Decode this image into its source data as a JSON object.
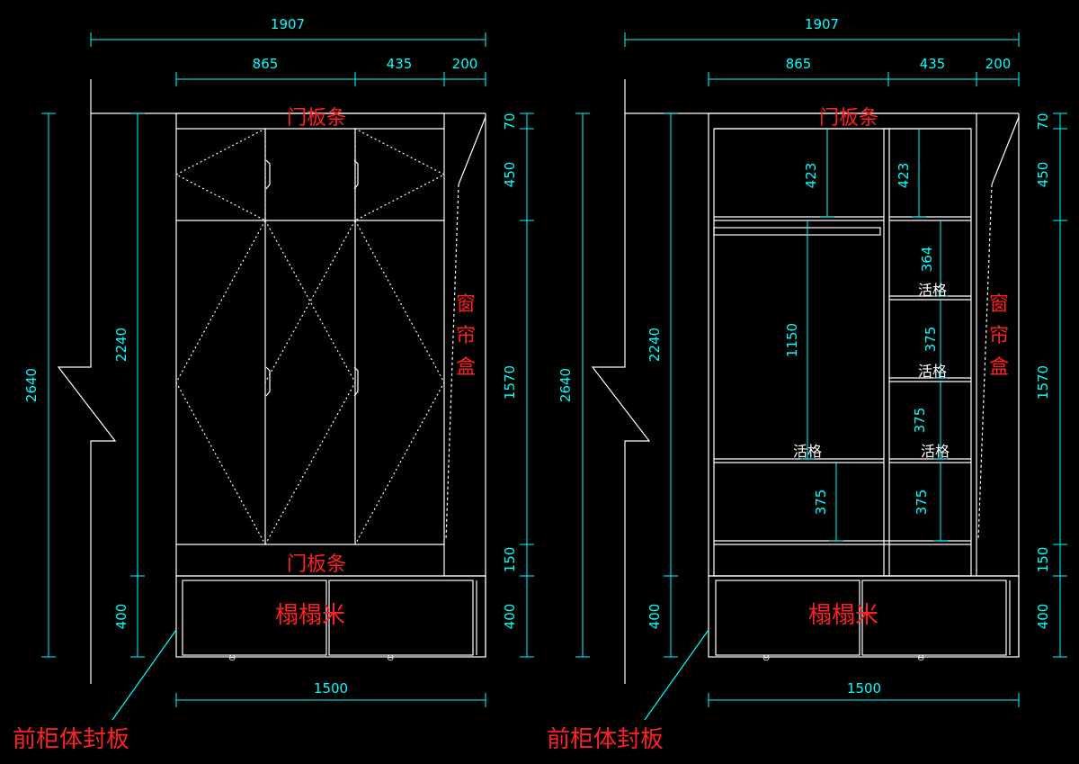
{
  "colors": {
    "background": "#000000",
    "line": "#ffffff",
    "dimension": "#00ffff",
    "annotation_red": "#ff2020"
  },
  "left": {
    "dims": {
      "total_width": "1907",
      "w865": "865",
      "w435": "435",
      "w200": "200",
      "bottom_width": "1500",
      "total_height": "2640",
      "cabinet_height": "2240",
      "base_height_left": "400",
      "h70": "70",
      "h450": "450",
      "h1570": "1570",
      "h150": "150",
      "h400": "400"
    },
    "labels": {
      "door_strip_top": "门板条",
      "door_strip_bottom": "门板条",
      "curtain_box": [
        "窗",
        "帘",
        "盒"
      ],
      "tatami": "榻榻米",
      "front_panel": "前柜体封板"
    }
  },
  "right": {
    "dims": {
      "total_width": "1907",
      "w865": "865",
      "w435": "435",
      "w200": "200",
      "bottom_width": "1500",
      "total_height": "2640",
      "cabinet_height": "2240",
      "base_height_left": "400",
      "h70": "70",
      "h450": "450",
      "h1570": "1570",
      "h150": "150",
      "h400": "400",
      "i423a": "423",
      "i423b": "423",
      "i1150": "1150",
      "i364": "364",
      "i375a": "375",
      "i375b": "375",
      "i375c": "375",
      "i375d": "375"
    },
    "labels": {
      "door_strip_top": "门板条",
      "curtain_box": [
        "窗",
        "帘",
        "盒"
      ],
      "tatami": "榻榻米",
      "front_panel": "前柜体封板",
      "adj_shelf_1": "活格",
      "adj_shelf_2": "活格",
      "adj_shelf_3": "活格",
      "adj_shelf_4": "活格"
    }
  }
}
